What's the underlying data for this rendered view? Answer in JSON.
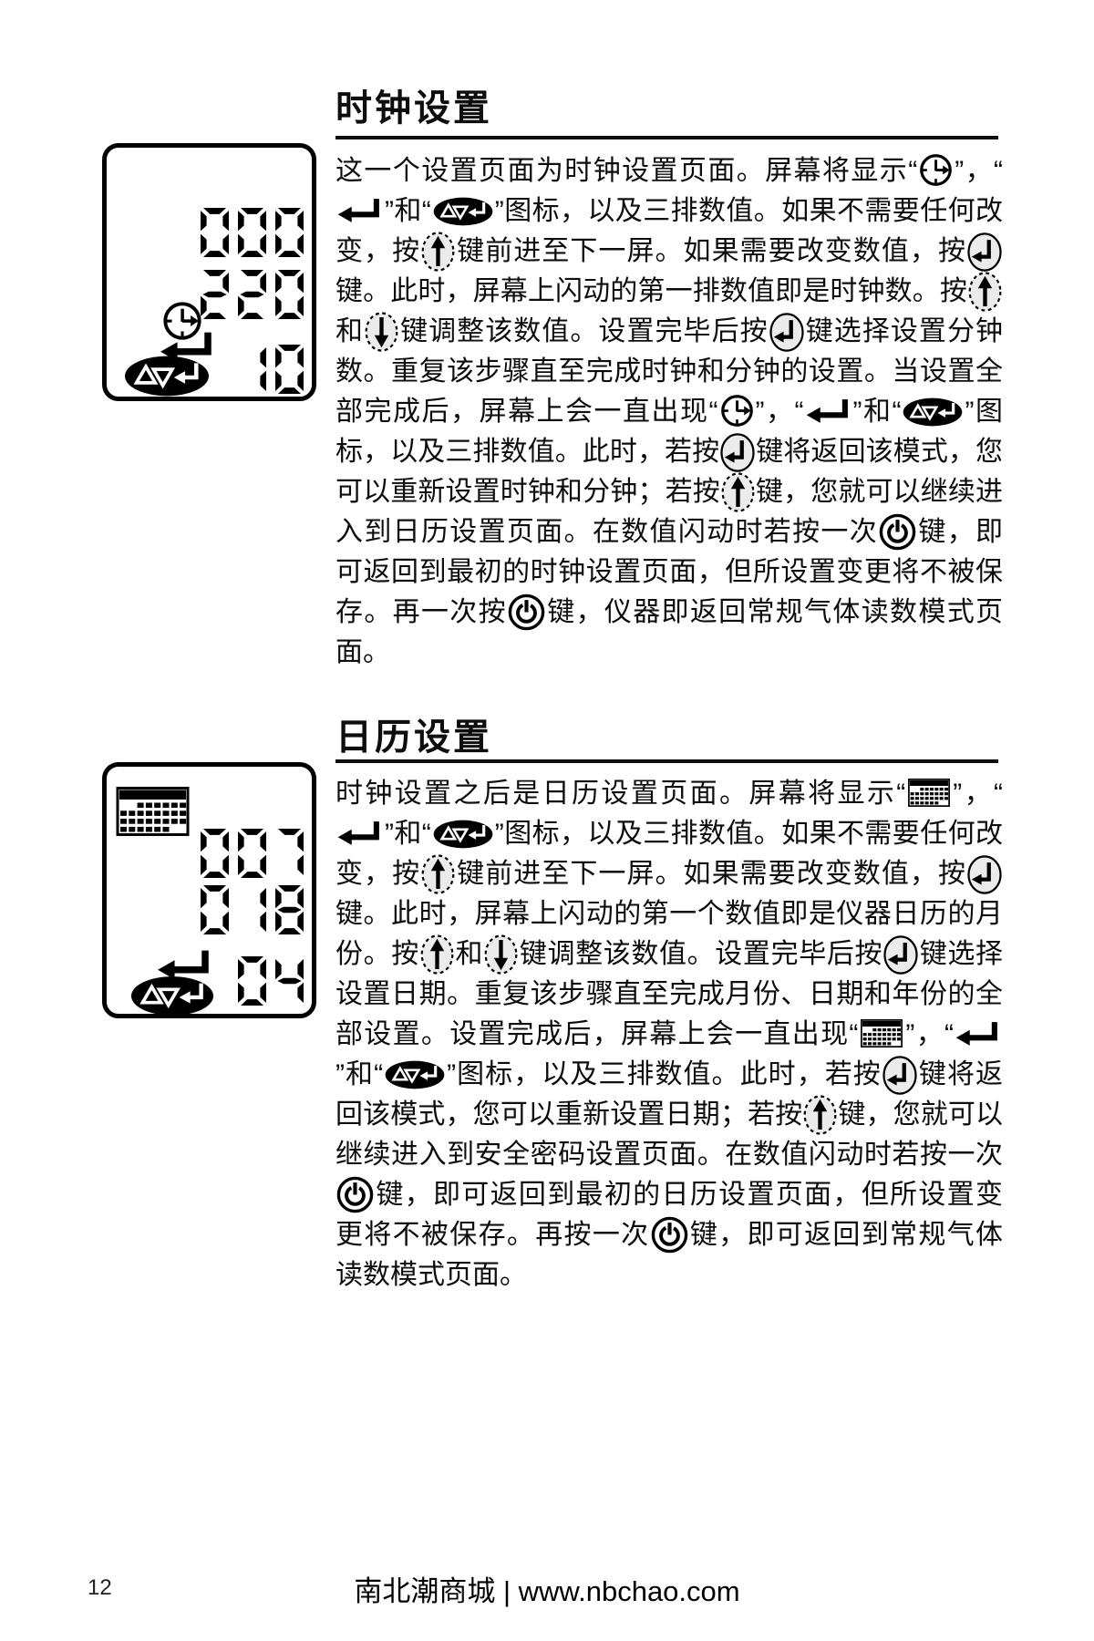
{
  "page": {
    "number": "12",
    "footer": "南北潮商城 | www.nbchao.com"
  },
  "icon_legend": {
    "clock": "clock-icon",
    "calendar": "calendar-icon",
    "enter-arrow": "enter-return-arrow-icon",
    "updown-enter-oval": "up-down-enter-oval-icon",
    "up-key": "up-arrow-key-icon",
    "down-key": "down-arrow-key-icon",
    "enter-key": "enter-key-icon",
    "power-key": "power-key-icon"
  },
  "sections": [
    {
      "title": "时钟设置",
      "lcd": {
        "icons": [
          "clock",
          "enter-arrow",
          "updown-enter-oval"
        ],
        "rows": [
          "000",
          "220",
          "10"
        ]
      },
      "paragraph": [
        {
          "t": "这一个设置页面为时钟设置页面。屏幕将显示“"
        },
        {
          "i": "clock"
        },
        {
          "t": "”，“"
        },
        {
          "i": "enter-arrow"
        },
        {
          "t": "”和“"
        },
        {
          "i": "updown-enter-oval"
        },
        {
          "t": "”图标，以及三排数值。如果不需要任何改变，按"
        },
        {
          "i": "up-key"
        },
        {
          "t": "键前进至下一屏。如果需要改变数值，按"
        },
        {
          "i": "enter-key"
        },
        {
          "t": "键。此时，屏幕上闪动的第一排数值即是时钟数。按"
        },
        {
          "i": "up-key"
        },
        {
          "t": "和"
        },
        {
          "i": "down-key"
        },
        {
          "t": "键调整该数值。设置完毕后按"
        },
        {
          "i": "enter-key"
        },
        {
          "t": "键选择设置分钟数。重复该步骤直至完成时钟和分钟的设置。当设置全部完成后，屏幕上会一直出现“"
        },
        {
          "i": "clock"
        },
        {
          "t": "”，“"
        },
        {
          "i": "enter-arrow"
        },
        {
          "t": "”和“"
        },
        {
          "i": "updown-enter-oval"
        },
        {
          "t": "”图标，以及三排数值。此时，若按"
        },
        {
          "i": "enter-key"
        },
        {
          "t": "键将返回该模式，您可以重新设置时钟和分钟；若按"
        },
        {
          "i": "up-key"
        },
        {
          "t": "键，您就可以继续进入到日历设置页面。在数值闪动时若按一次"
        },
        {
          "i": "power-key"
        },
        {
          "t": "键，即可返回到最初的时钟设置页面，但所设置变更将不被保存。再一次按"
        },
        {
          "i": "power-key"
        },
        {
          "t": "键，仪器即返回常规气体读数模式页面。"
        }
      ]
    },
    {
      "title": "日历设置",
      "lcd": {
        "icons": [
          "calendar",
          "enter-arrow",
          "updown-enter-oval"
        ],
        "rows": [
          "007",
          "018",
          "04"
        ]
      },
      "paragraph": [
        {
          "t": "时钟设置之后是日历设置页面。屏幕将显示“"
        },
        {
          "i": "calendar"
        },
        {
          "t": "”，“"
        },
        {
          "i": "enter-arrow"
        },
        {
          "t": "”和“"
        },
        {
          "i": "updown-enter-oval"
        },
        {
          "t": "”图标，以及三排数值。如果不需要任何改变，按"
        },
        {
          "i": "up-key"
        },
        {
          "t": "键前进至下一屏。如果需要改变数值，按"
        },
        {
          "i": "enter-key"
        },
        {
          "t": "键。此时，屏幕上闪动的第一个数值即是仪器日历的月份。按"
        },
        {
          "i": "up-key"
        },
        {
          "t": "和"
        },
        {
          "i": "down-key"
        },
        {
          "t": "键调整该数值。设置完毕后按"
        },
        {
          "i": "enter-key"
        },
        {
          "t": "键选择设置日期。重复该步骤直至完成月份、日期和年份的全部设置。设置完成后，屏幕上会一直出现“"
        },
        {
          "i": "calendar"
        },
        {
          "t": "”，“"
        },
        {
          "i": "enter-arrow"
        },
        {
          "t": "”和“"
        },
        {
          "i": "updown-enter-oval"
        },
        {
          "t": "”图标，以及三排数值。此时，若按"
        },
        {
          "i": "enter-key"
        },
        {
          "t": "键将返回该模式，您可以重新设置日期；若按"
        },
        {
          "i": "up-key"
        },
        {
          "t": "键，您就可以继续进入到安全密码设置页面。在数值闪动时若按一次"
        },
        {
          "i": "power-key"
        },
        {
          "t": "键，即可返回到最初的日历设置页面，但所设置变更将不被保存。再按一次"
        },
        {
          "i": "power-key"
        },
        {
          "t": "键，即可返回到常规气体读数模式页面。"
        }
      ]
    }
  ]
}
